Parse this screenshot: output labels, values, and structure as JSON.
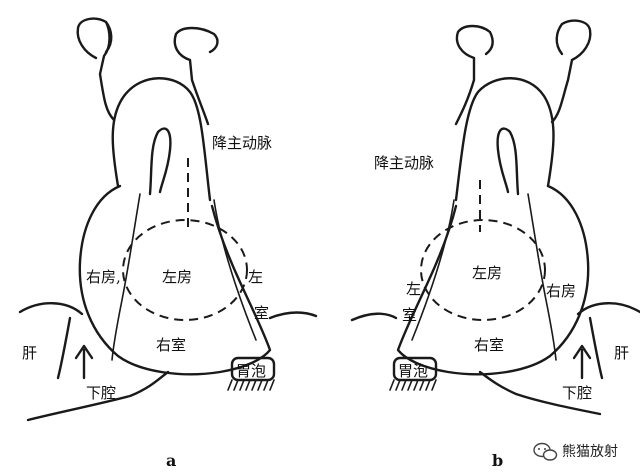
{
  "panel_a": {
    "label_descending_aorta": "降主动脉",
    "label_right_atrium": "右房,",
    "label_left_atrium": "左房",
    "label_left_ventricle_1": "左",
    "label_left_ventricle_2": "室",
    "label_right_ventricle": "右室",
    "label_stomach_bubble": "胃泡",
    "label_liver": "肝",
    "label_ivc": "下腔",
    "panel_letter": "a"
  },
  "panel_b": {
    "label_descending_aorta": "降主动脉",
    "label_left_atrium": "左房",
    "label_right_atrium": "右房",
    "label_left_ventricle_1": "左",
    "label_left_ventricle_2": "室",
    "label_right_ventricle": "右室",
    "label_stomach_bubble": "胃泡",
    "label_liver": "肝",
    "label_ivc": "下腔",
    "panel_letter": "b"
  },
  "watermark": {
    "text": "熊猫放射",
    "icon": "wechat-icon"
  }
}
